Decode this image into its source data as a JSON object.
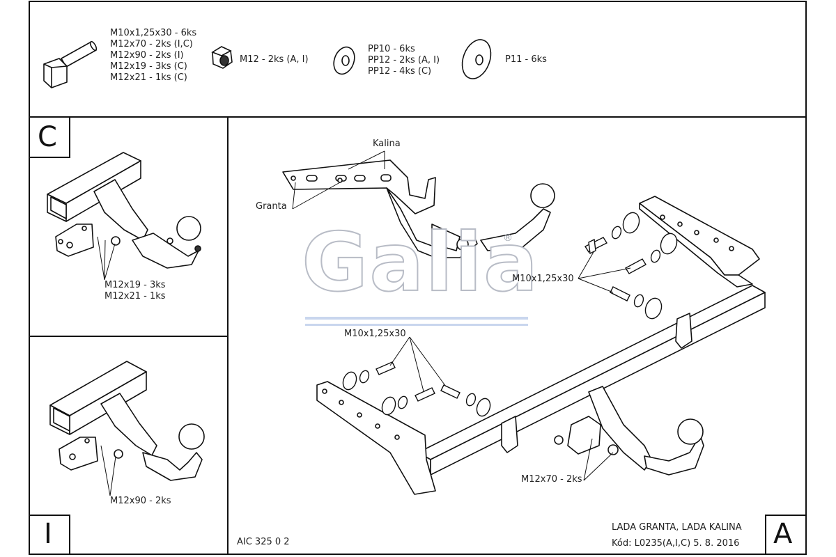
{
  "hardware": {
    "bolt": [
      "M10x1,25x30 - 6ks",
      "M12x70 - 2ks (I,C)",
      "M12x90 - 2ks (I)",
      "M12x19 - 3ks (C)",
      "M12x21 - 1ks (C)"
    ],
    "nut": "M12 - 2ks (A, I)",
    "washer_small": [
      "PP10 - 6ks",
      "PP12 - 2ks (A, I)",
      "PP12 - 4ks (C)"
    ],
    "washer_large": "P11 - 6ks"
  },
  "panel_c": {
    "letter": "C",
    "bolt_labels": [
      "M12x19 - 3ks",
      "M12x21 - 1ks"
    ]
  },
  "panel_i": {
    "letter": "I",
    "bolt_label": "M12x90 - 2ks"
  },
  "panel_a": {
    "letter": "A",
    "bracket_labels": {
      "kalina": "Kalina",
      "granta": "Granta"
    },
    "bolt_label_right": "M10x1,25x30",
    "bolt_label_left": "M10x1,25x30",
    "bolt_label_bottom": "M12x70 - 2ks"
  },
  "brand": {
    "name": "Galia",
    "mark": "®"
  },
  "footer": {
    "code": "AIC 325 0 2",
    "model": "LADA GRANTA, LADA KALINA",
    "kod": "Kód: L0235(A,I,C)   5. 8. 2016"
  }
}
